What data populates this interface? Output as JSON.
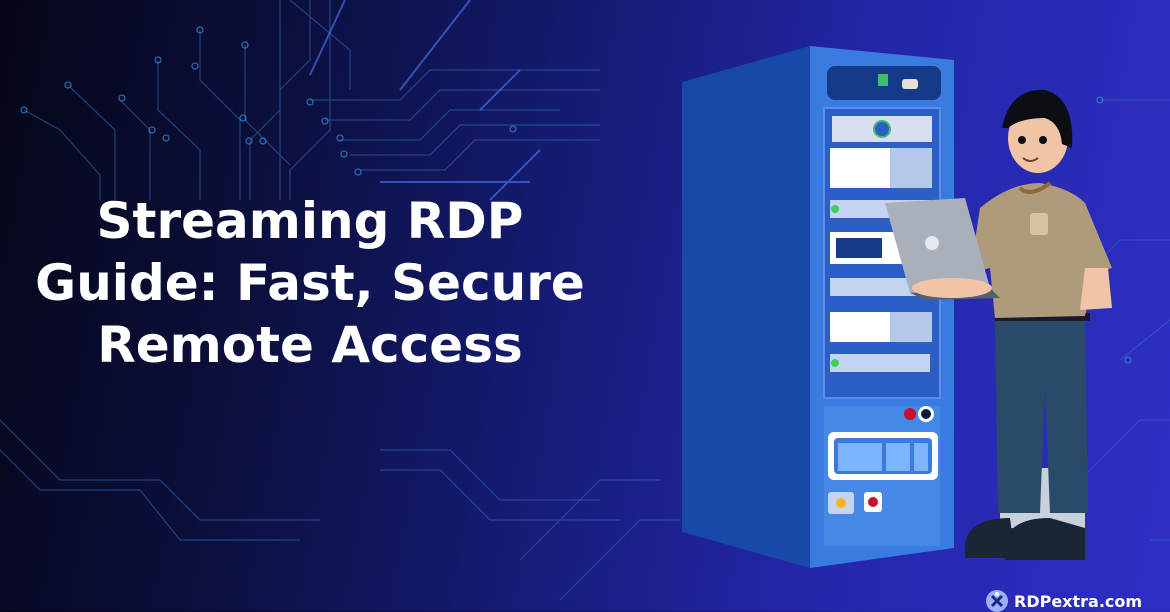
{
  "banner": {
    "title_lines": [
      "Streaming RDP",
      "Guide: Fast, Secure",
      "Remote Access"
    ],
    "brand": "RDPextra.com",
    "colors": {
      "bg_dark": "#050618",
      "bg_mid": "#141a6e",
      "bg_bright": "#2e2fc4",
      "rack_front": "#3a7be0",
      "rack_side": "#1f4fb8",
      "circuit": "#3a86d9",
      "text": "#ffffff"
    },
    "icons": [
      "circuit-background",
      "server-rack-illustration",
      "person-with-laptop-illustration",
      "brand-logo-icon"
    ]
  }
}
